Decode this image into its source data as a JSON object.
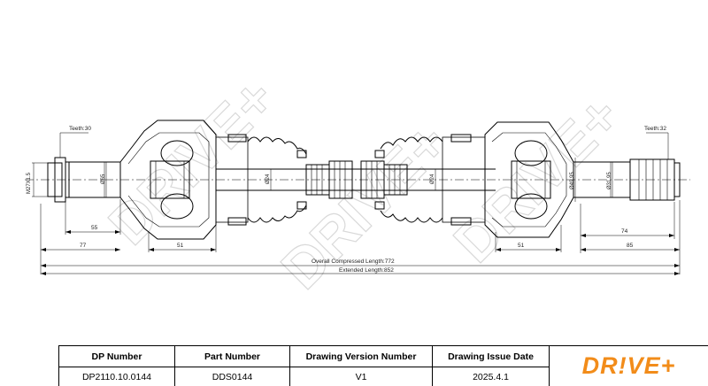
{
  "drawing": {
    "watermark_text": "DRIVE+",
    "labels": {
      "teeth_left": "Teeth:30",
      "teeth_right": "Teeth:32",
      "thread": "M27X1.5",
      "dia_left_stub": "Ø65",
      "dia_left_shaft": "Ø24",
      "dia_right_shaft": "Ø24",
      "dia_right_a": "Ø49.95",
      "dia_right_b": "Ø31.95",
      "dim_55": "55",
      "dim_77": "77",
      "dim_51_left": "51",
      "dim_51_right": "51",
      "dim_74": "74",
      "dim_85": "85",
      "overall_compressed": "Overall Compressed Length:772",
      "extended": "Extended Length:852"
    }
  },
  "title_block": {
    "dp_number_label": "DP Number",
    "dp_number_value": "DP2110.10.0144",
    "part_number_label": "Part Number",
    "part_number_value": "DDS0144",
    "version_label": "Drawing Version Number",
    "version_value": "V1",
    "issue_date_label": "Drawing Issue Date",
    "issue_date_value": "2025.4.1",
    "logo_text": "DR!VE+",
    "brand_color": "#f28c1a"
  }
}
